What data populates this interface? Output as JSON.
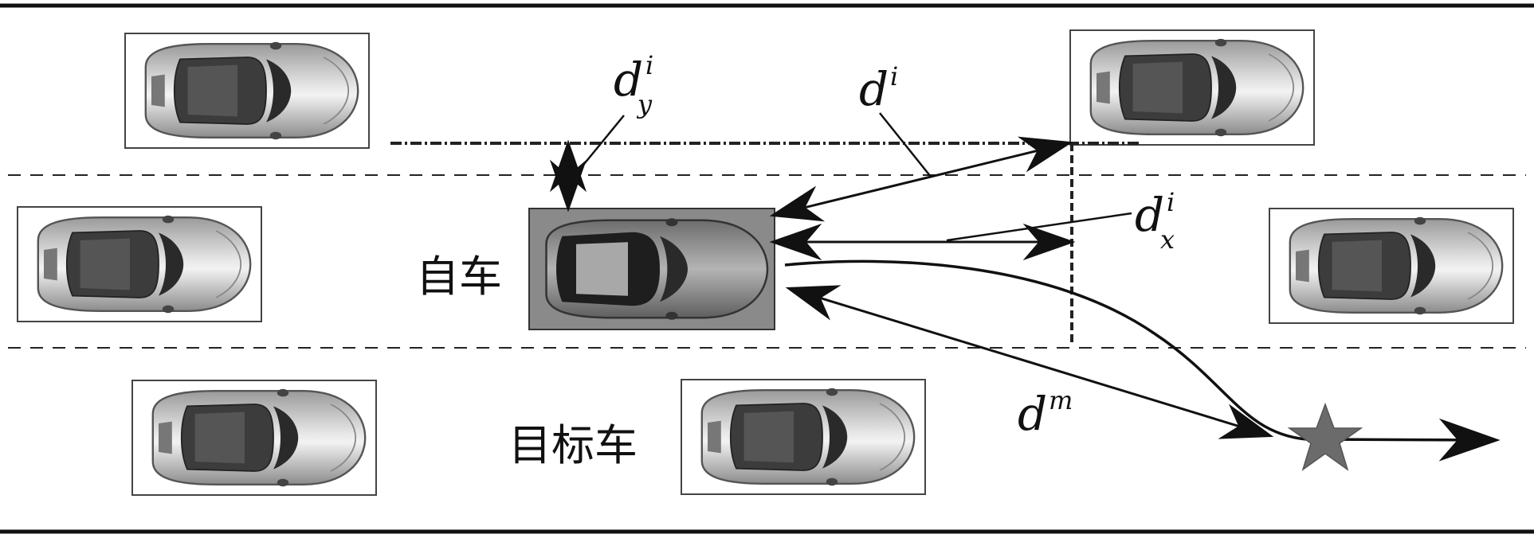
{
  "labels": {
    "ego": "自车",
    "target": "目标车",
    "d": "d",
    "sup_i": "i",
    "sup_m": "m",
    "sub_x": "x",
    "sub_y": "y"
  },
  "vehicles": [
    {
      "id": "top-left",
      "role": "surrounding"
    },
    {
      "id": "top-right",
      "role": "surrounding"
    },
    {
      "id": "mid-left",
      "role": "surrounding"
    },
    {
      "id": "ego",
      "role": "ego"
    },
    {
      "id": "mid-right",
      "role": "surrounding"
    },
    {
      "id": "bottom-left",
      "role": "surrounding"
    },
    {
      "id": "bottom-mid",
      "role": "target"
    }
  ],
  "target_point_icon": "star-icon",
  "colors": {
    "ink": "#111111",
    "ego_frame": "#8a8a8a",
    "star": "#6b6b6b"
  }
}
